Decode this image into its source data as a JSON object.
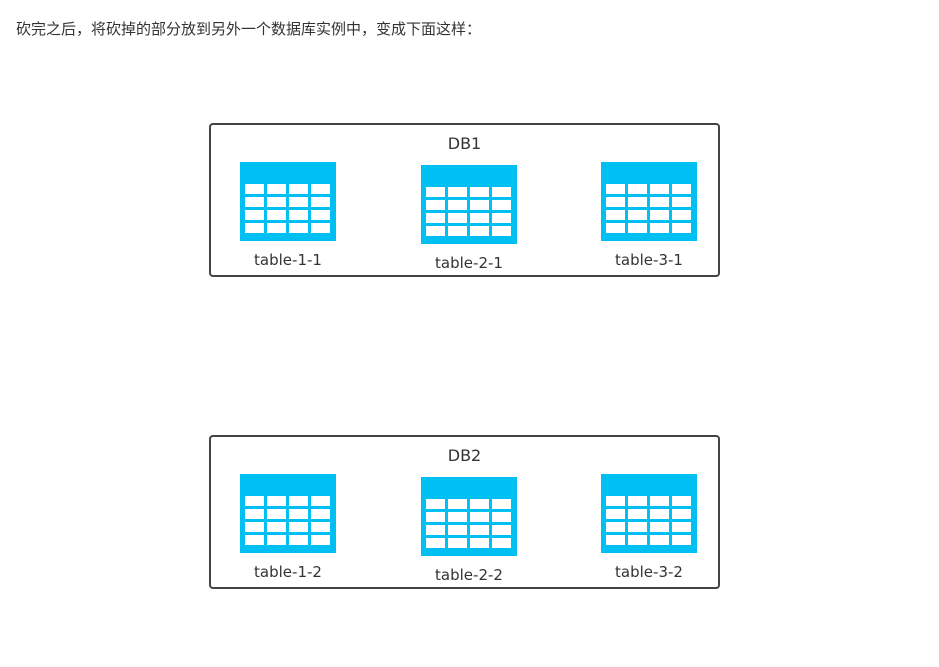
{
  "intro_text": "砍完之后，将砍掉的部分放到另外一个数据库实例中，变成下面这样：",
  "colors": {
    "table_icon": "#00bff3",
    "box_border": "#444444",
    "text": "#333333"
  },
  "databases": [
    {
      "title": "DB1",
      "tables": [
        {
          "label": "table-1-1",
          "icon": "table-icon"
        },
        {
          "label": "table-2-1",
          "icon": "table-icon"
        },
        {
          "label": "table-3-1",
          "icon": "table-icon"
        }
      ]
    },
    {
      "title": "DB2",
      "tables": [
        {
          "label": "table-1-2",
          "icon": "table-icon"
        },
        {
          "label": "table-2-2",
          "icon": "table-icon"
        },
        {
          "label": "table-3-2",
          "icon": "table-icon"
        }
      ]
    }
  ]
}
